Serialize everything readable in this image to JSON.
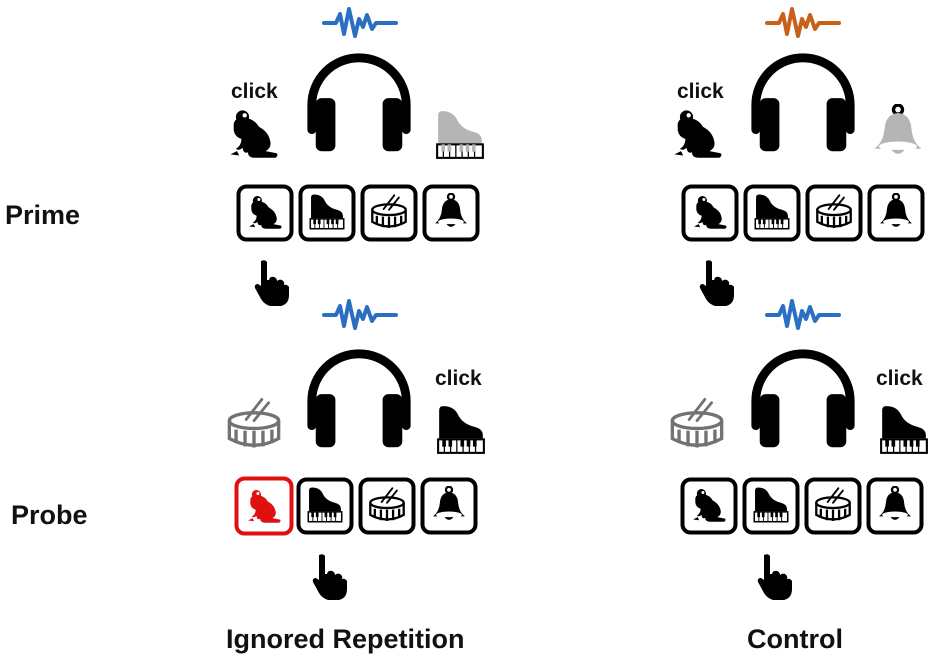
{
  "rows": {
    "prime": "Prime",
    "probe": "Probe"
  },
  "conditions": {
    "ignored_repetition": "Ignored Repetition",
    "control": "Control"
  },
  "click_text": "click",
  "colors": {
    "wave_blue": "#2a6fc2",
    "wave_orange": "#c8601a",
    "highlight_red": "#e01010",
    "ink": "#000000",
    "faded": "#b5b5b5"
  },
  "icons": [
    "frog-icon",
    "piano-icon",
    "drum-icon",
    "bell-icon",
    "headphones-icon",
    "hand-pointer-icon",
    "sound-wave-icon"
  ]
}
